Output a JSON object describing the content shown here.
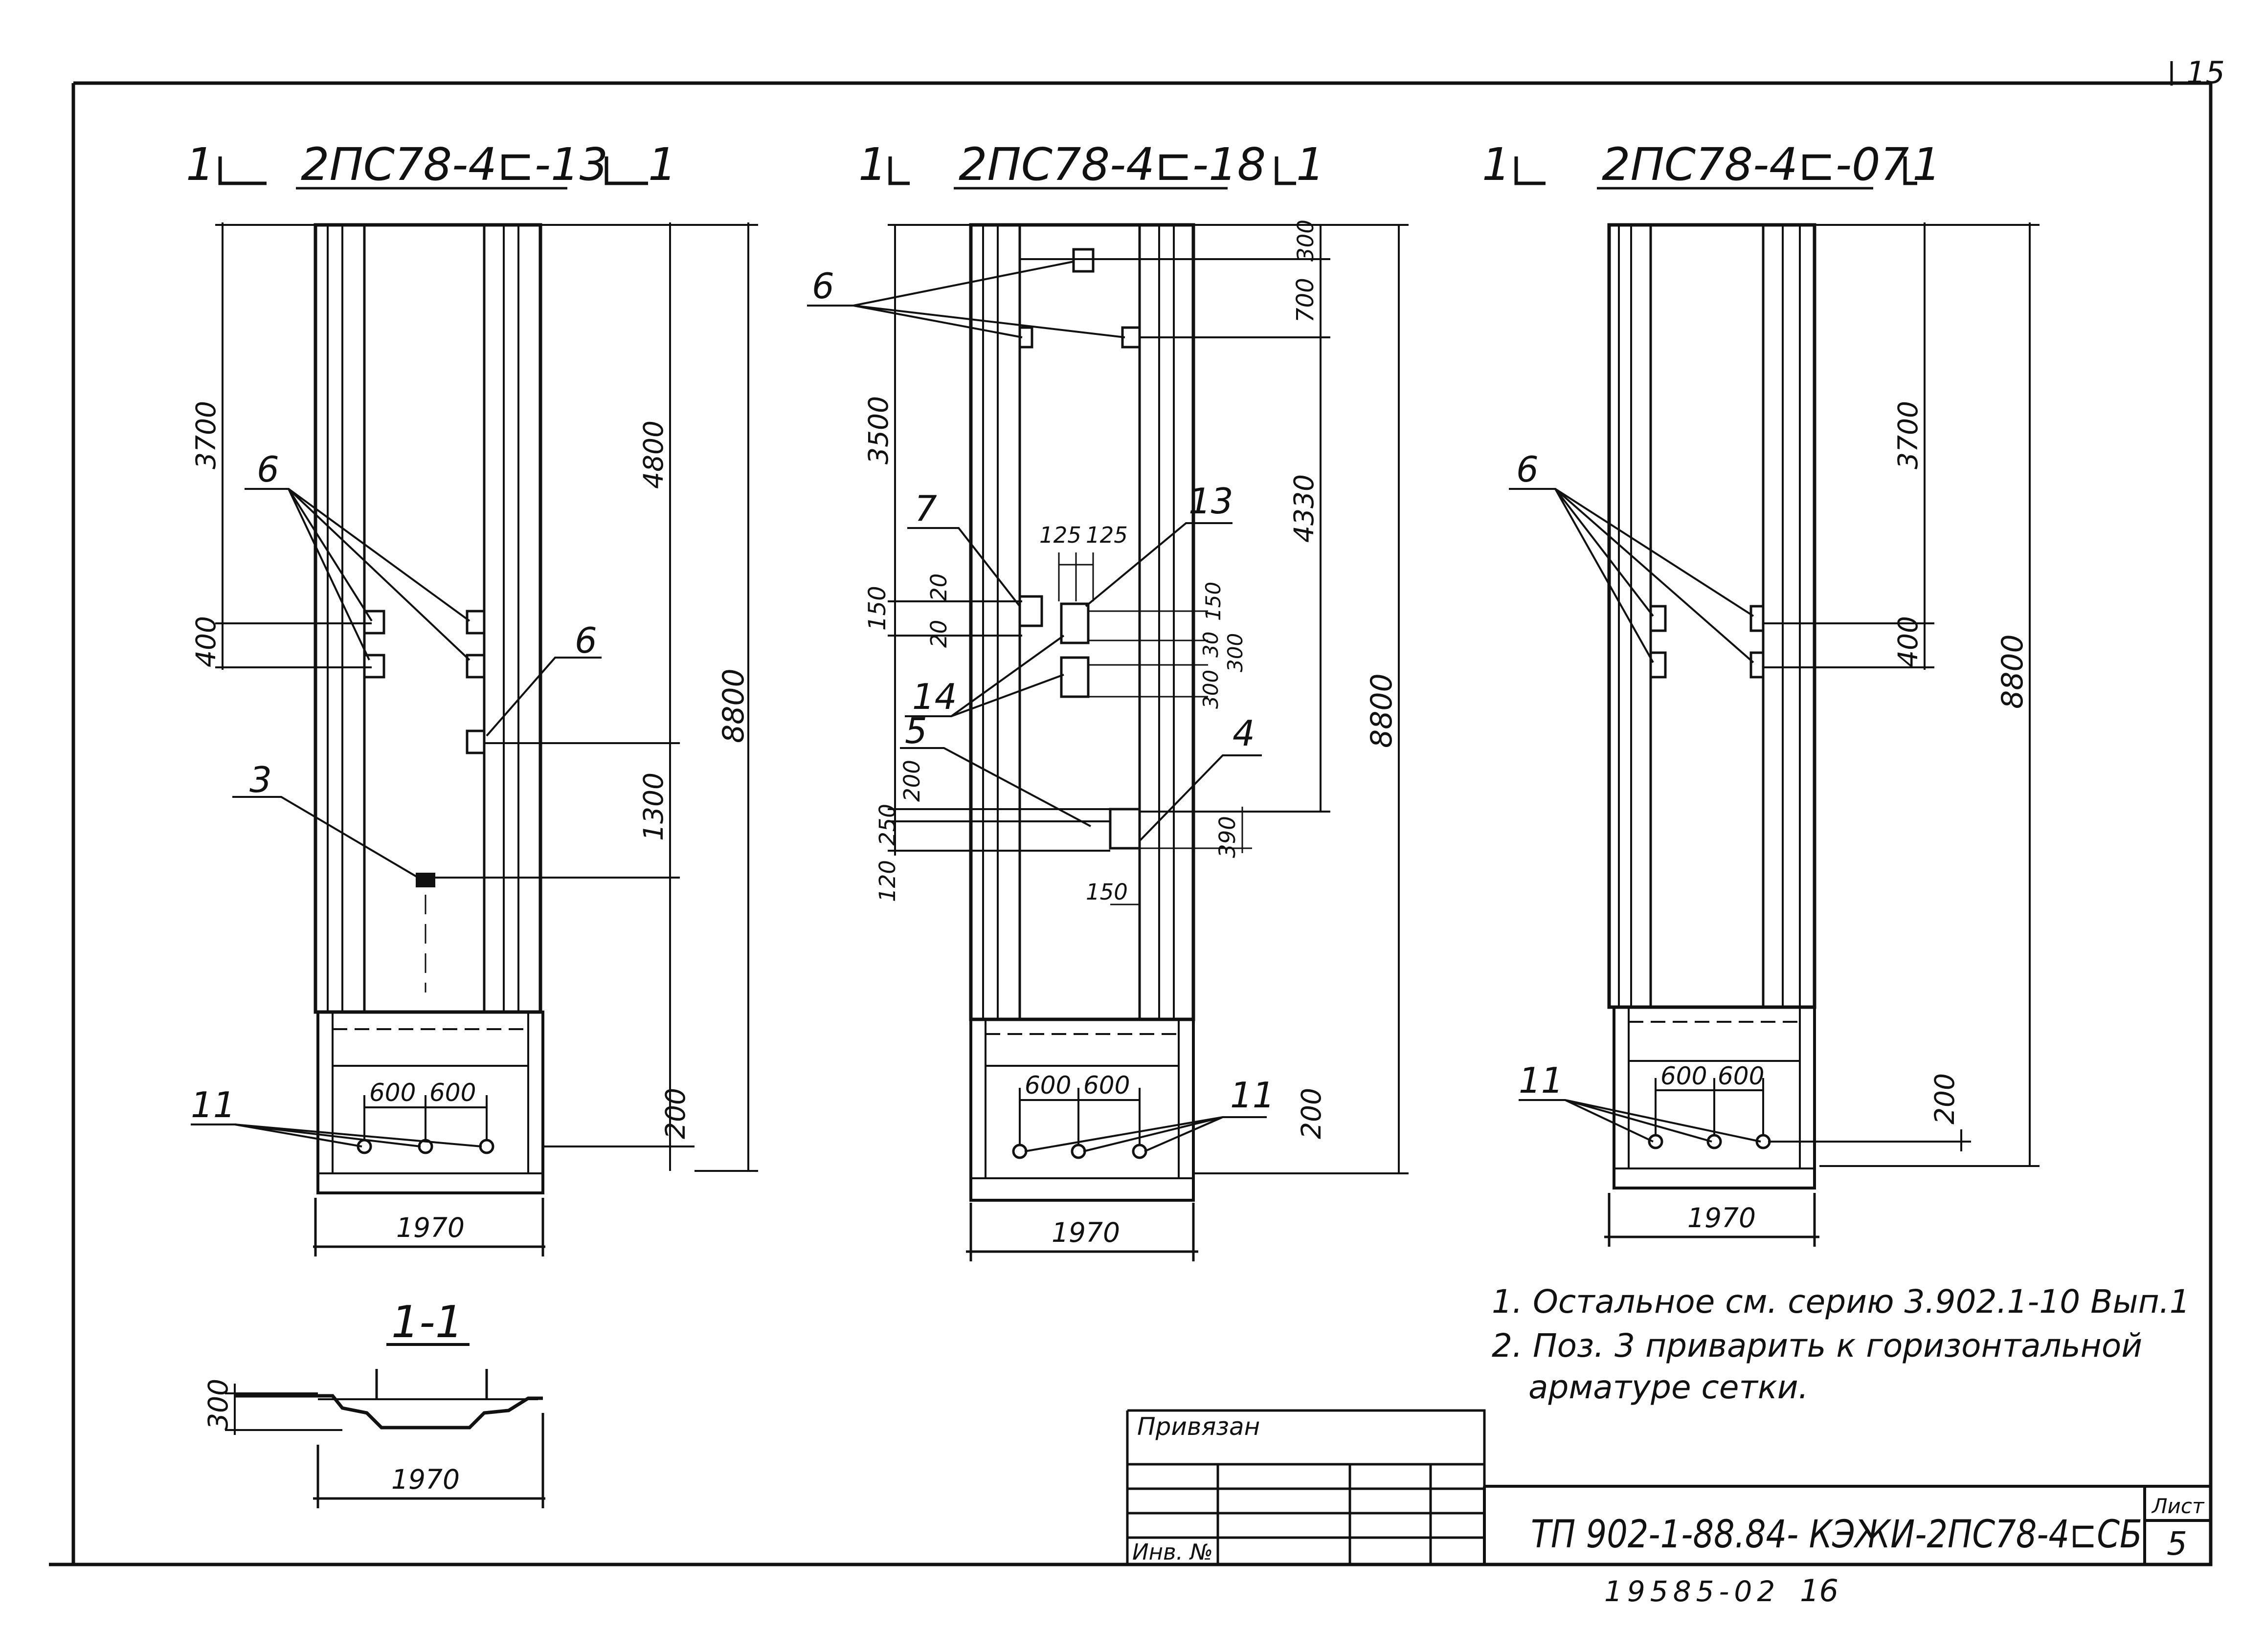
{
  "sheet": {
    "corner_number": "15",
    "drawings": [
      {
        "section_mark": "1",
        "title": "2ПС78-4⊏-13",
        "width": "1970",
        "overall": "8800",
        "dims_left": [
          "3700",
          "400"
        ],
        "dims_right": [
          "4800",
          "1300",
          "200"
        ],
        "spacing": [
          "600",
          "600"
        ],
        "callouts": [
          "6",
          "6",
          "3",
          "11"
        ]
      },
      {
        "section_mark": "1",
        "title": "2ПС78-4⊏-18",
        "width": "1970",
        "overall": "8800",
        "dims_left": [
          "3500",
          "150",
          "20",
          "20",
          "200",
          "250",
          "120"
        ],
        "dims_right": [
          "300",
          "700",
          "4330",
          "200"
        ],
        "dims_inner": [
          "125",
          "125",
          "150",
          "300",
          "300",
          "30",
          "390",
          "150"
        ],
        "spacing": [
          "600",
          "600"
        ],
        "callouts": [
          "6",
          "7",
          "13",
          "14",
          "5",
          "4",
          "11"
        ]
      },
      {
        "section_mark": "1",
        "title": "2ПС78-4⊏-07",
        "width": "1970",
        "overall": "8800",
        "dims_left": [],
        "dims_right": [
          "3700",
          "400",
          "200"
        ],
        "spacing": [
          "600",
          "600"
        ],
        "callouts": [
          "6",
          "11"
        ]
      }
    ],
    "section": {
      "title": "1-1",
      "height": "300",
      "width": "1970"
    },
    "notes": [
      "1. Остальное см. серию 3.902.1-10 Вып.1",
      "2. Поз. 3 приварить к горизонтальной",
      "арматуре сетки."
    ],
    "title_block": {
      "attached_label": "Привязан",
      "inventory_label": "Инв. №",
      "doc_code": "ТП 902-1-88.84- КЭЖИ-2ПС78-4⊏СБ",
      "sheet_label": "Лист",
      "sheet_number": "5"
    },
    "footer": {
      "stamp": "19585-02",
      "page": "16"
    }
  }
}
